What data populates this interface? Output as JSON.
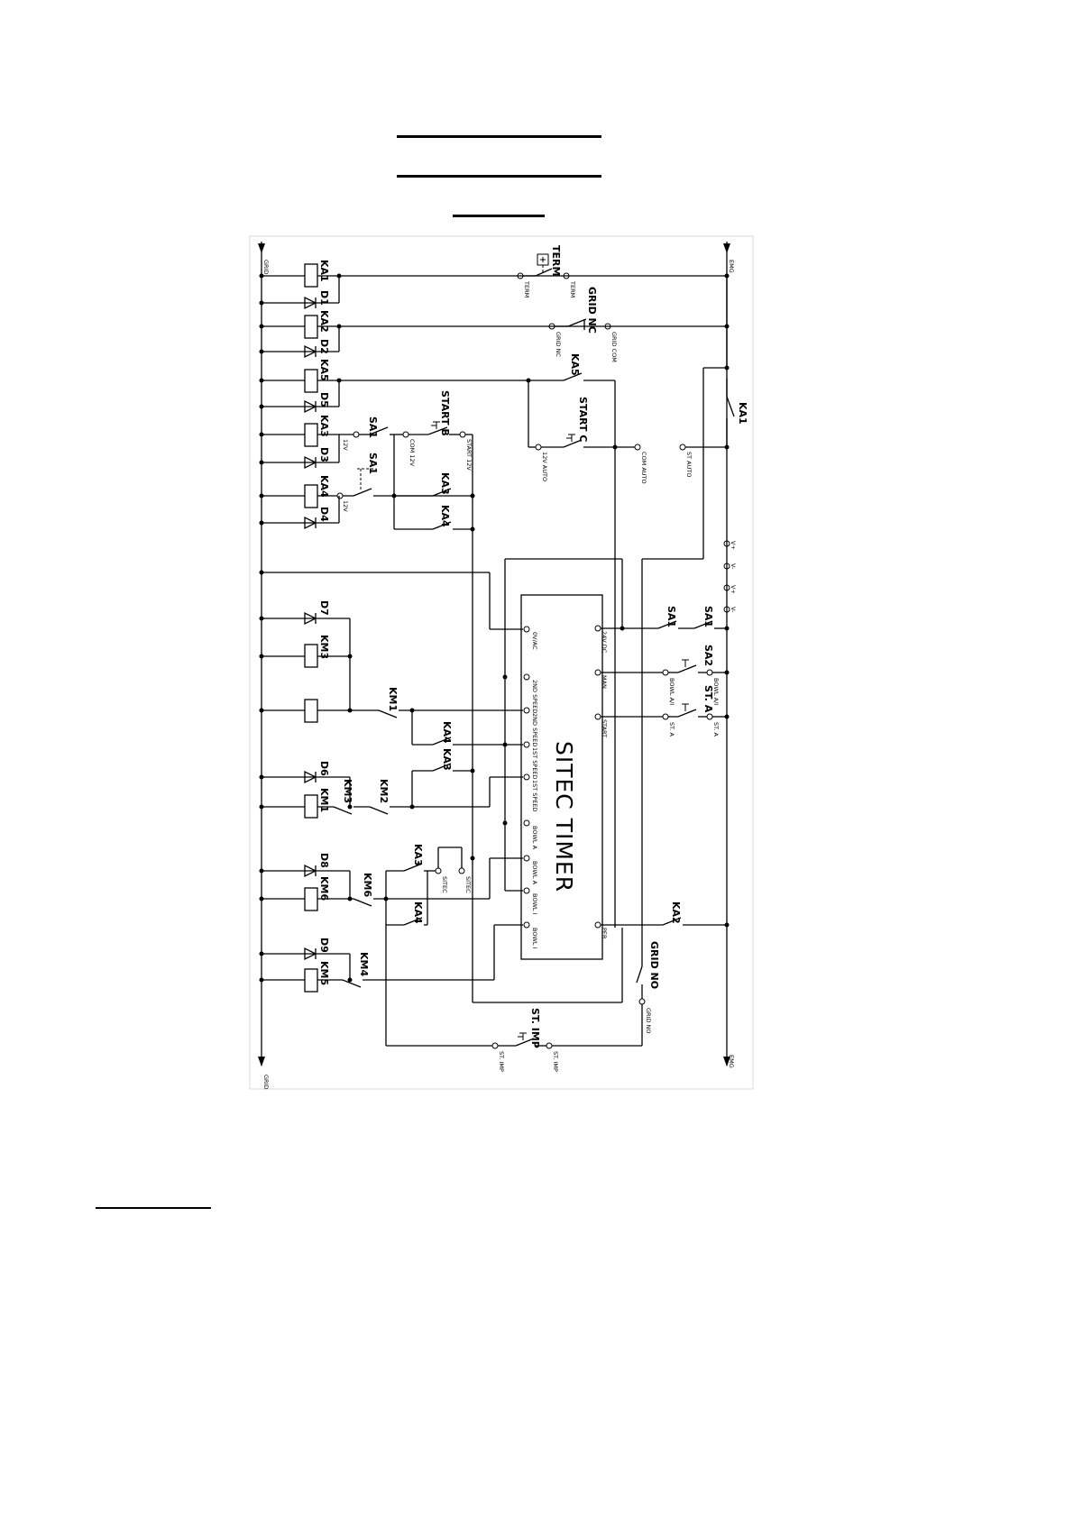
{
  "rails": {
    "left_top": "GRID",
    "left_bottom": "GRID",
    "right_top": "EMG",
    "right_bottom": "EMG"
  },
  "timer": {
    "title": "SITEC TIMER"
  },
  "relays": {
    "ka1": "KA1",
    "ka2": "KA2",
    "ka5": "KA5",
    "ka3": "KA3",
    "ka4": "KA4",
    "km3": "KM3",
    "km1": "KM1",
    "km6": "KM6",
    "km5": "KM5"
  },
  "diodes": {
    "d1": "D1",
    "d2": "D2",
    "d5": "D5",
    "d3": "D3",
    "d4": "D4",
    "d7": "D7",
    "d6": "D6",
    "d8": "D8",
    "d9": "D9"
  },
  "contacts": {
    "sa1a": "SA1",
    "sa1b": "SA1",
    "start_b": "START B",
    "ka3_c": "KA3",
    "ka4_c": "KA4",
    "term": "TERM",
    "grid_nc": "GRID NC",
    "ka5_c": "KA5",
    "start_c": "START C",
    "ka1_c": "KA1",
    "km1_c": "KM1",
    "ka4_c2": "KA4",
    "ka3_c2": "KA3",
    "km3_c": "KM3",
    "km2_c": "KM2",
    "ka3_c3": "KA3",
    "km6_c": "KM6",
    "ka4_c3": "KA4",
    "km4_c": "KM4",
    "st_imp": "ST. IMP",
    "grid_no": "GRID NO",
    "sa1_r": "SA1",
    "sa1_r2": "SA1",
    "sa2_r": "SA2",
    "st_a": "ST. A",
    "ka2_c": "KA2"
  },
  "terminals": {
    "term_l": "TERM",
    "term_r": "TERM",
    "grid_nc_l": "GRID NC",
    "grid_com": "GRID COM",
    "v12_1": "12V",
    "com12v": "COM 12V",
    "start12v": "START 12V",
    "v12_2": "12V",
    "v12_auto": "12V AUTO",
    "com_auto": "COM AUTO",
    "st_auto": "ST AUTO",
    "v1": "V+",
    "v2": "V-",
    "v3": "V+",
    "v4": "V-",
    "sitec_l": "SITEC",
    "sitec_r": "SITEC",
    "st_imp_l": "ST. IMP",
    "st_imp_r": "ST. IMP",
    "grid_no_t": "GRID NO",
    "bowl_a_l": "BOWL A/I",
    "bowl_a_r": "BOWL A/I",
    "st_a_l": "ST. A",
    "st_a_r": "ST. A"
  },
  "pins_left": [
    "0V/AC",
    "2ND SPEED",
    "2ND SPEED",
    "1ST SPEED",
    "1ST SPEED",
    "BOWL A",
    "BOWL A",
    "BOWL I",
    "BOWL I"
  ],
  "pins_right": [
    "24V DC",
    "MAN",
    "START",
    "PER"
  ]
}
